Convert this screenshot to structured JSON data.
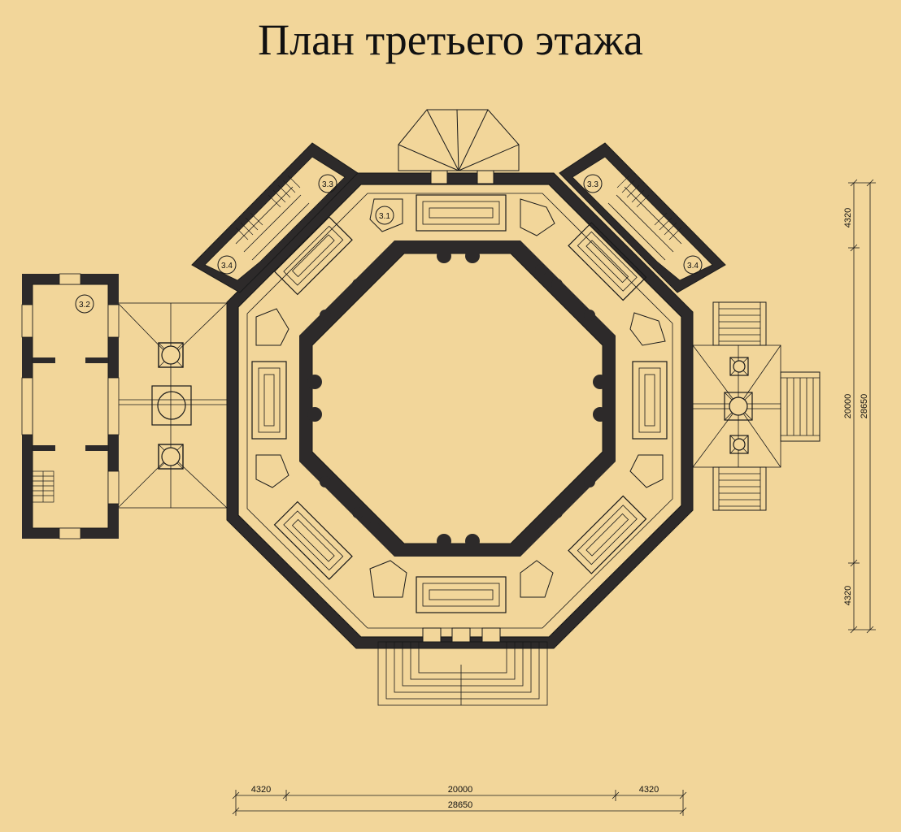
{
  "title": "План третьего этажа",
  "colors": {
    "background": "#f2d69a",
    "walls": "#2d2a2a",
    "lines": "#1a1a1a"
  },
  "room_tags": {
    "room_3_1": "3.1",
    "room_3_2": "3.2",
    "room_3_3": "3.3",
    "room_3_4": "3.4"
  },
  "dimensions": {
    "bottom": {
      "left_wing": "4320",
      "core": "20000",
      "right_wing": "4320",
      "overall": "28650"
    },
    "right": {
      "top_wing": "4320",
      "core": "20000",
      "bottom_wing": "4320",
      "overall": "28650"
    }
  }
}
